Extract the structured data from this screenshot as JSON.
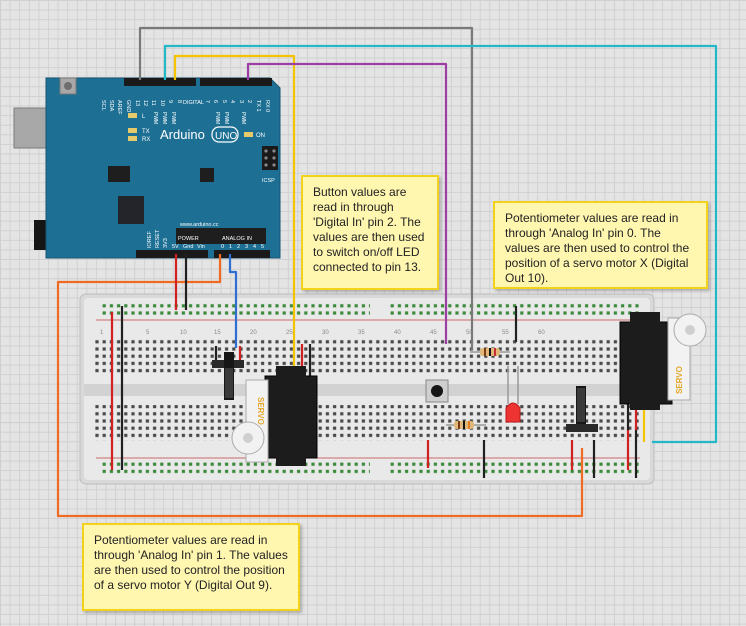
{
  "arduino": {
    "name": "Arduino",
    "model": "UNO",
    "website": "www.arduino.cc",
    "on_label": "ON",
    "tx_label": "TX",
    "rx_label": "RX",
    "l_label": "L",
    "icsp_label": "ICSP",
    "digital_header": "DIGITAL",
    "analog_header": "ANALOG IN",
    "power_header": "POWER",
    "top_pin_labels": [
      "SCL",
      "SDA",
      "AREF",
      "GND",
      "13",
      "12",
      "11",
      "10",
      "9",
      "8",
      "7",
      "6",
      "5",
      "4",
      "3",
      "2",
      "TX 1",
      "RX 0"
    ],
    "pwm_label": "PWM",
    "bottom_pin_labels": [
      "IOREF",
      "RESET",
      "3V3",
      "5V",
      "Gnd",
      "Vin",
      "0",
      "1",
      "2",
      "3",
      "4",
      "5"
    ]
  },
  "servo": {
    "label": "SERVO"
  },
  "notes": {
    "button": "Button values are read in through 'Digital In' pin 2. The values are then used to switch on/off LED connected to pin 13.",
    "pot0": "Potentiometer values are read in through 'Analog In' pin 0. The values are then used to control the position of a servo motor X (Digital Out 10).",
    "pot1": "Potentiometer values are read in through 'Analog In' pin 1. The values are then used to control the position of a servo motor Y (Digital Out 9)."
  },
  "breadboard": {
    "column_numbers": [
      "1",
      "5",
      "10",
      "15",
      "20",
      "25",
      "30",
      "35",
      "40",
      "45",
      "50",
      "55",
      "60"
    ]
  },
  "wire_colors": {
    "gray": "#7a7a7a",
    "teal": "#22b8c8",
    "yellow": "#f5c400",
    "purple": "#9b3fa5",
    "orange": "#ef6b23",
    "blue": "#2f6fd1",
    "red": "#d02020",
    "black": "#202020"
  }
}
